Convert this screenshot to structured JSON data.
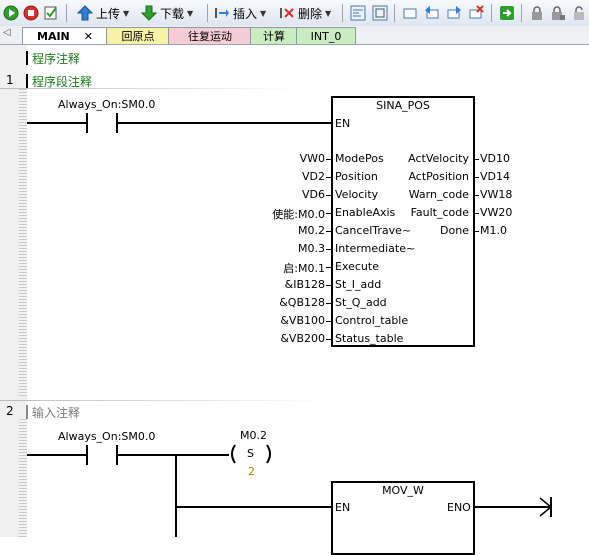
{
  "toolbar": {
    "upload_label": "上传",
    "download_label": "下载",
    "insert_label": "插入",
    "delete_label": "删除"
  },
  "tabs": [
    {
      "label": "MAIN",
      "color": "#ffffff"
    },
    {
      "label": "回原点",
      "color": "#f6f2a6"
    },
    {
      "label": "往复运动",
      "color": "#f6cdd6"
    },
    {
      "label": "计算",
      "color": "#c9ecc1"
    },
    {
      "label": "INT_0",
      "color": "#c9ecc1"
    }
  ],
  "program_comment": "程序注释",
  "network1": {
    "number": "1",
    "comment": "程序段注释",
    "contact_label": "Always_On:SM0.0",
    "block": {
      "title": "SINA_POS",
      "en": "EN",
      "inputs": [
        {
          "var": "VW0",
          "pin": "ModePos"
        },
        {
          "var": "VD2",
          "pin": "Position"
        },
        {
          "var": "VD6",
          "pin": "Velocity"
        },
        {
          "var": "使能:M0.0",
          "pin": "EnableAxis"
        },
        {
          "var": "M0.2",
          "pin": "CancelTrave~"
        },
        {
          "var": "M0.3",
          "pin": "Intermediate~"
        },
        {
          "var": "启:M0.1",
          "pin": "Execute"
        },
        {
          "var": "&IB128",
          "pin": "St_I_add"
        },
        {
          "var": "&QB128",
          "pin": "St_Q_add"
        },
        {
          "var": "&VB100",
          "pin": "Control_table"
        },
        {
          "var": "&VB200",
          "pin": "Status_table"
        }
      ],
      "outputs": [
        {
          "pin": "ActVelocity",
          "var": "VD10"
        },
        {
          "pin": "ActPosition",
          "var": "VD14"
        },
        {
          "pin": "Warn_code",
          "var": "VW18"
        },
        {
          "pin": "Fault_code",
          "var": "VW20"
        },
        {
          "pin": "Done",
          "var": "M1.0"
        }
      ]
    }
  },
  "network2": {
    "number": "2",
    "comment": "输入注释",
    "contact_label": "Always_On:SM0.0",
    "coil_address": "M0.2",
    "coil_type": "S",
    "coil_count": "2",
    "block": {
      "title": "MOV_W",
      "en": "EN",
      "eno": "ENO"
    }
  }
}
